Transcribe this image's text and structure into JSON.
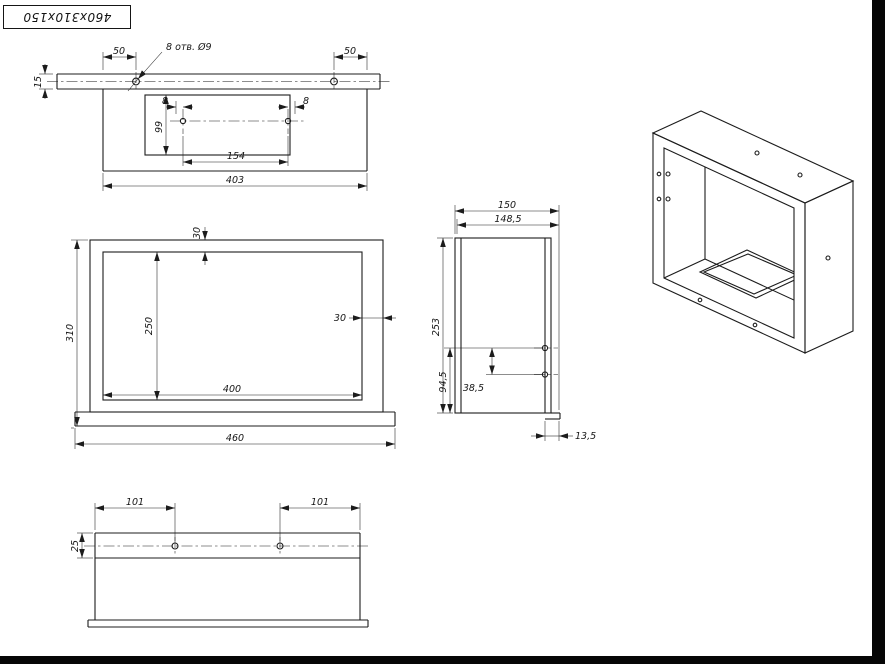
{
  "colors": {
    "ink": "#1c1c1c",
    "paper": "#ffffff",
    "edge": "#060606"
  },
  "title_block": {
    "label": "460x310x150"
  },
  "top_view": {
    "dim_50_left": "50",
    "holes_note": "8 отв. Ø9",
    "dim_50_right": "50",
    "dim_15": "15",
    "dim_8_left": "8",
    "dim_8_right": "8",
    "dim_99": "99",
    "dim_154": "154",
    "dim_403": "403"
  },
  "front_view": {
    "dim_30_top": "30",
    "dim_310": "310",
    "dim_250": "250",
    "dim_30_right": "30",
    "dim_400": "400",
    "dim_460": "460"
  },
  "side_view": {
    "dim_150": "150",
    "dim_148_5": "148,5",
    "dim_253": "253",
    "dim_94_5": "94,5",
    "dim_38_5": "38,5",
    "dim_13_5": "13,5"
  },
  "bottom_view": {
    "dim_101_left": "101",
    "dim_101_right": "101",
    "dim_25": "25"
  }
}
